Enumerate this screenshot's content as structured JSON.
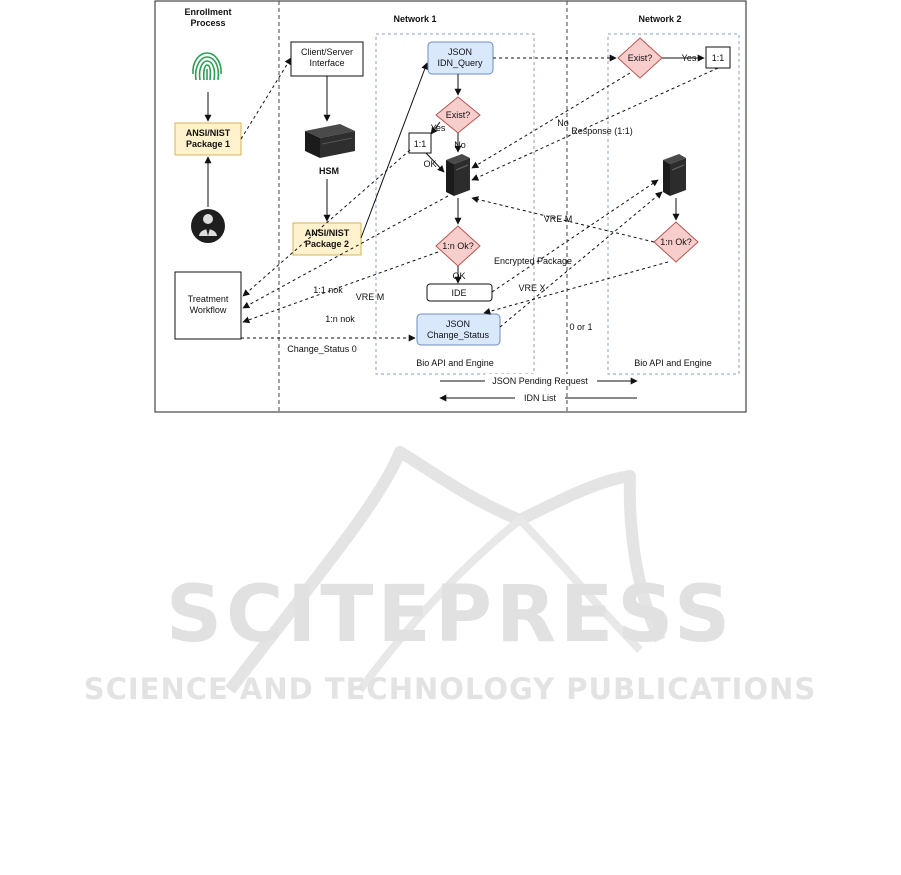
{
  "sections": {
    "enrollment": "Enrollment\nProcess",
    "network1": "Network 1",
    "network2": "Network 2"
  },
  "nodes": {
    "package1": "ANSI/NIST\nPackage 1",
    "client_server": "Client/Server\nInterface",
    "hsm": "HSM",
    "package2": "ANSI/NIST\nPackage 2",
    "treatment": "Treatment\nWorkflow",
    "json_query": "JSON\nIDN_Query",
    "exist_n1": "Exist?",
    "one_one_n1": "1:1",
    "one_n_ok_n1": "1:n Ok?",
    "ide": "IDE",
    "json_change": "JSON\nChange_Status",
    "bio_n1": "Bio API and Engine",
    "exist_n2": "Exist?",
    "one_one_n2": "1:1",
    "one_n_ok_n2": "1:n Ok?",
    "bio_n2": "Bio API and Engine"
  },
  "edge_labels": {
    "yes_n1": "Yes",
    "no_n1": "No",
    "ok_11": "OK",
    "ok_1n": "OK",
    "yes_n2": "Yes",
    "no_n2": "No",
    "response": "Response (1:1)",
    "vre_m_n2": "VRE M",
    "encrypted": "Encrypted Package",
    "vre_x": "VRE X",
    "one_one_nok": "1:1 nok",
    "vre_m_n1": "VRE M",
    "one_n_nok": "1:n nok",
    "change_status_0": "Change_Status 0",
    "zero_or_one": "0 or 1",
    "pending": "JSON Pending Request",
    "idn_list": "IDN List"
  },
  "watermark": {
    "brand": "SCITEPRESS",
    "tagline": "SCIENCE AND TECHNOLOGY PUBLICATIONS"
  },
  "colors": {
    "package_fill": "#fff2cc",
    "package_stroke": "#d6b656",
    "json_fill": "#dae8fc",
    "json_stroke": "#6c8ebf",
    "decision_fill": "#f8cecc",
    "decision_stroke": "#b85450",
    "fingerprint": "#2e9e55",
    "watermark": "#dcdcdc"
  }
}
